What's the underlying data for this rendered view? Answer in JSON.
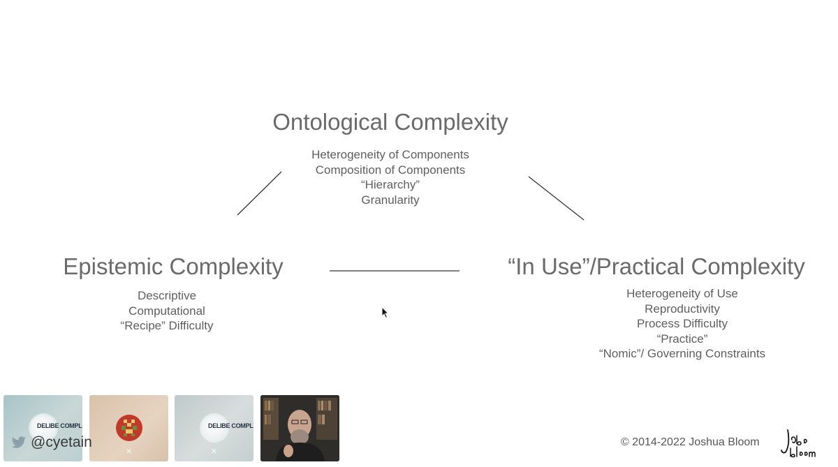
{
  "slide": {
    "top": {
      "title": "Ontological Complexity",
      "items": [
        "Heterogeneity of Components",
        "Composition of Components",
        "“Hierarchy”",
        "Granularity"
      ]
    },
    "left": {
      "title": "Epistemic Complexity",
      "items": [
        "Descriptive",
        "Computational",
        "“Recipe” Difficulty"
      ]
    },
    "right": {
      "title": "“In Use”/Practical Complexity",
      "items": [
        "Heterogeneity of Use",
        "Reproductivity",
        "Process Difficulty",
        "“Practice”",
        "“Nomic”/ Governing Constraints"
      ]
    },
    "copyright": "© 2014-2022 Joshua Bloom",
    "signature_text": "Jabe bloom"
  },
  "call": {
    "twitter_handle": "@cyetain",
    "tiles": [
      {
        "name": "deliberate-complexity-logo-tile",
        "logo_text": "DELIBE COMPLE"
      },
      {
        "name": "pixel-avatar-tile"
      },
      {
        "name": "deliberate-complexity-logo-tile-2",
        "logo_text": "DELIBE COMPLE"
      },
      {
        "name": "presenter-video-tile"
      }
    ]
  },
  "colors": {
    "text": "#5f5f5f",
    "heading": "#6a6a6a",
    "line": "#333333"
  }
}
